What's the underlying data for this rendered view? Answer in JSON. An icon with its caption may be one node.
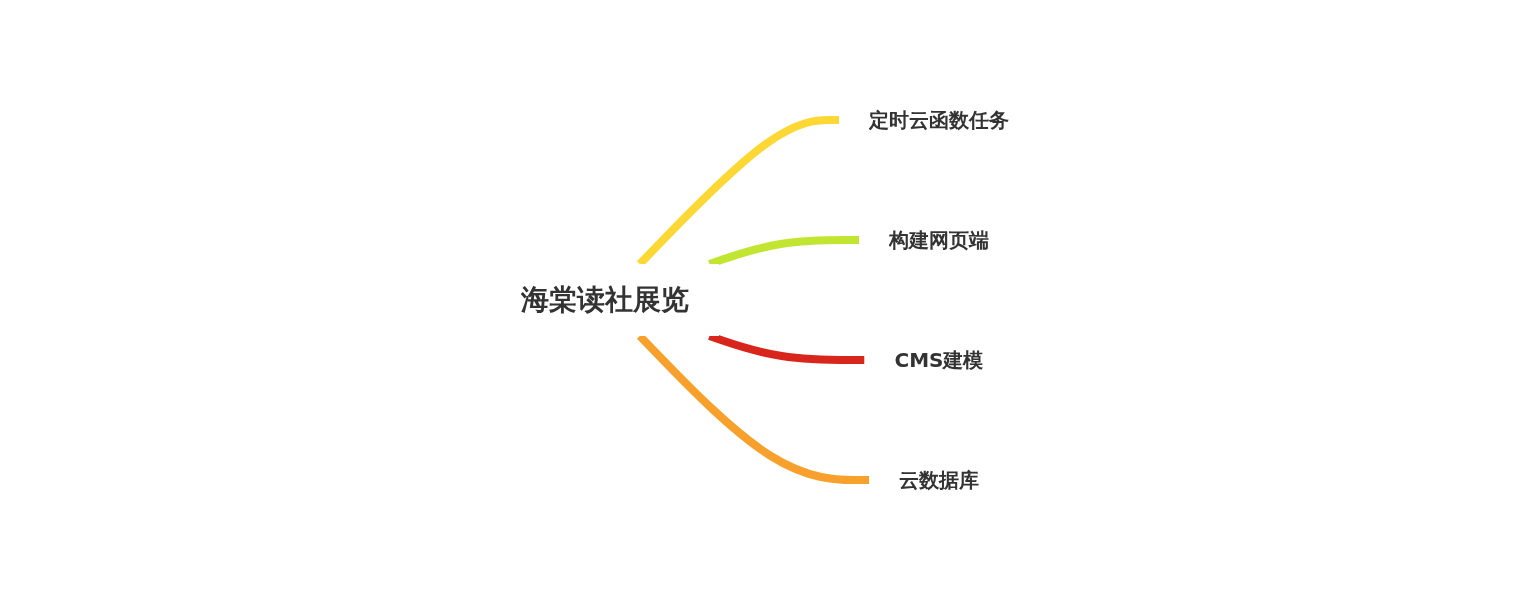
{
  "diagram": {
    "nodes": [
      {
        "text": [
          "海棠读社展览"
        ]
      },
      {
        "text": [
          "定时云函数任务"
        ]
      },
      {
        "text": [
          "构建网页端"
        ]
      },
      {
        "text": [
          "CMS建模"
        ]
      },
      {
        "text": [
          "云数据库"
        ]
      }
    ],
    "edges": [
      {
        "from": 0,
        "to": 1,
        "arrow": "none",
        "color": "#fdd835"
      },
      {
        "from": 0,
        "to": 2,
        "arrow": "none",
        "color": "#c2e531"
      },
      {
        "from": 0,
        "to": 3,
        "arrow": "none",
        "color": "#d9261c"
      },
      {
        "from": 0,
        "to": 4,
        "arrow": "none",
        "color": "#f8a02c"
      }
    ]
  }
}
